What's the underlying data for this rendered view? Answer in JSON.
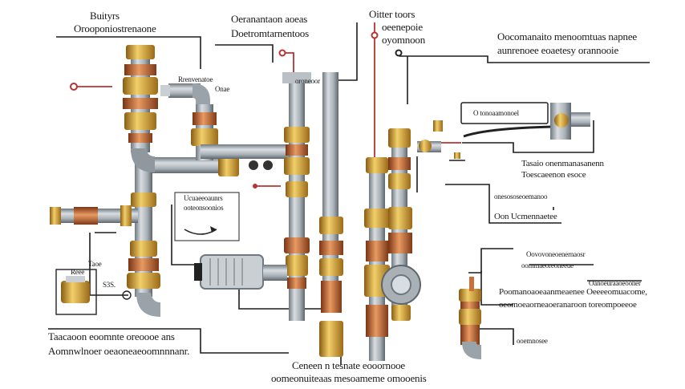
{
  "labels": {
    "top_left_1": "Buityrs",
    "top_left_2": "Orooponiostrenaone",
    "top_mid_1": "Oeranantaon aoeas",
    "top_mid_2": "Doetromtarnentoos",
    "top_right_1": "Oitter toors",
    "top_right_2": "oeenepoie",
    "top_right_3": "oyomnoon",
    "far_right_1": "Oocomanaito menoomtuas napnee",
    "far_right_2": "aunrenoee eoaetesy orannooie",
    "small_upper_left": "Rrenvenatoe",
    "small_upper_left_2": "Onae",
    "small_mid": "oroneoor",
    "meter_label": "O tonoaamonoel",
    "right_mid_1": "Tasaio onenmanasanenn",
    "right_mid_2": "Toescaeenon esoce",
    "mid_box_1": "Ucuaeeoaunrs",
    "mid_box_2": "ooteonsoonios",
    "right_mid3_1": "onesososeoemanoo",
    "right_mid3_2": "Oon Ucmennaetee",
    "right_low_1": "Oovovoneoenernaosr",
    "right_low_2": "oommaeoreoneeue",
    "right_low_3": "Oanoeuraaoeooner",
    "right_bottom_1": "Poomanoaoeaanmeaenee Oeeeeomuacome,",
    "right_bottom_2": "oeomoeaorneaoeranaroon toreompoeeoe",
    "right_small_bot": "ooemnosee",
    "left_bottom_1": "Taacaoon eoomnte oreoooe ans",
    "left_bottom_2": "Aomnwlnoer oeaoneaeoomnnnanr.",
    "left_small_1": "Reee",
    "left_small_2": "Taoe",
    "left_small_3": "S3S.",
    "bottom_center_1": "Ceneen n tesnate eooornooe",
    "bottom_center_2": "oomeonuiteaas mesoameme omooenis"
  },
  "colors": {
    "pipe": "#9aa3aa",
    "brass": "#d9a63a",
    "copper": "#c9703a",
    "red": "#c23a3a",
    "line": "#222222"
  }
}
